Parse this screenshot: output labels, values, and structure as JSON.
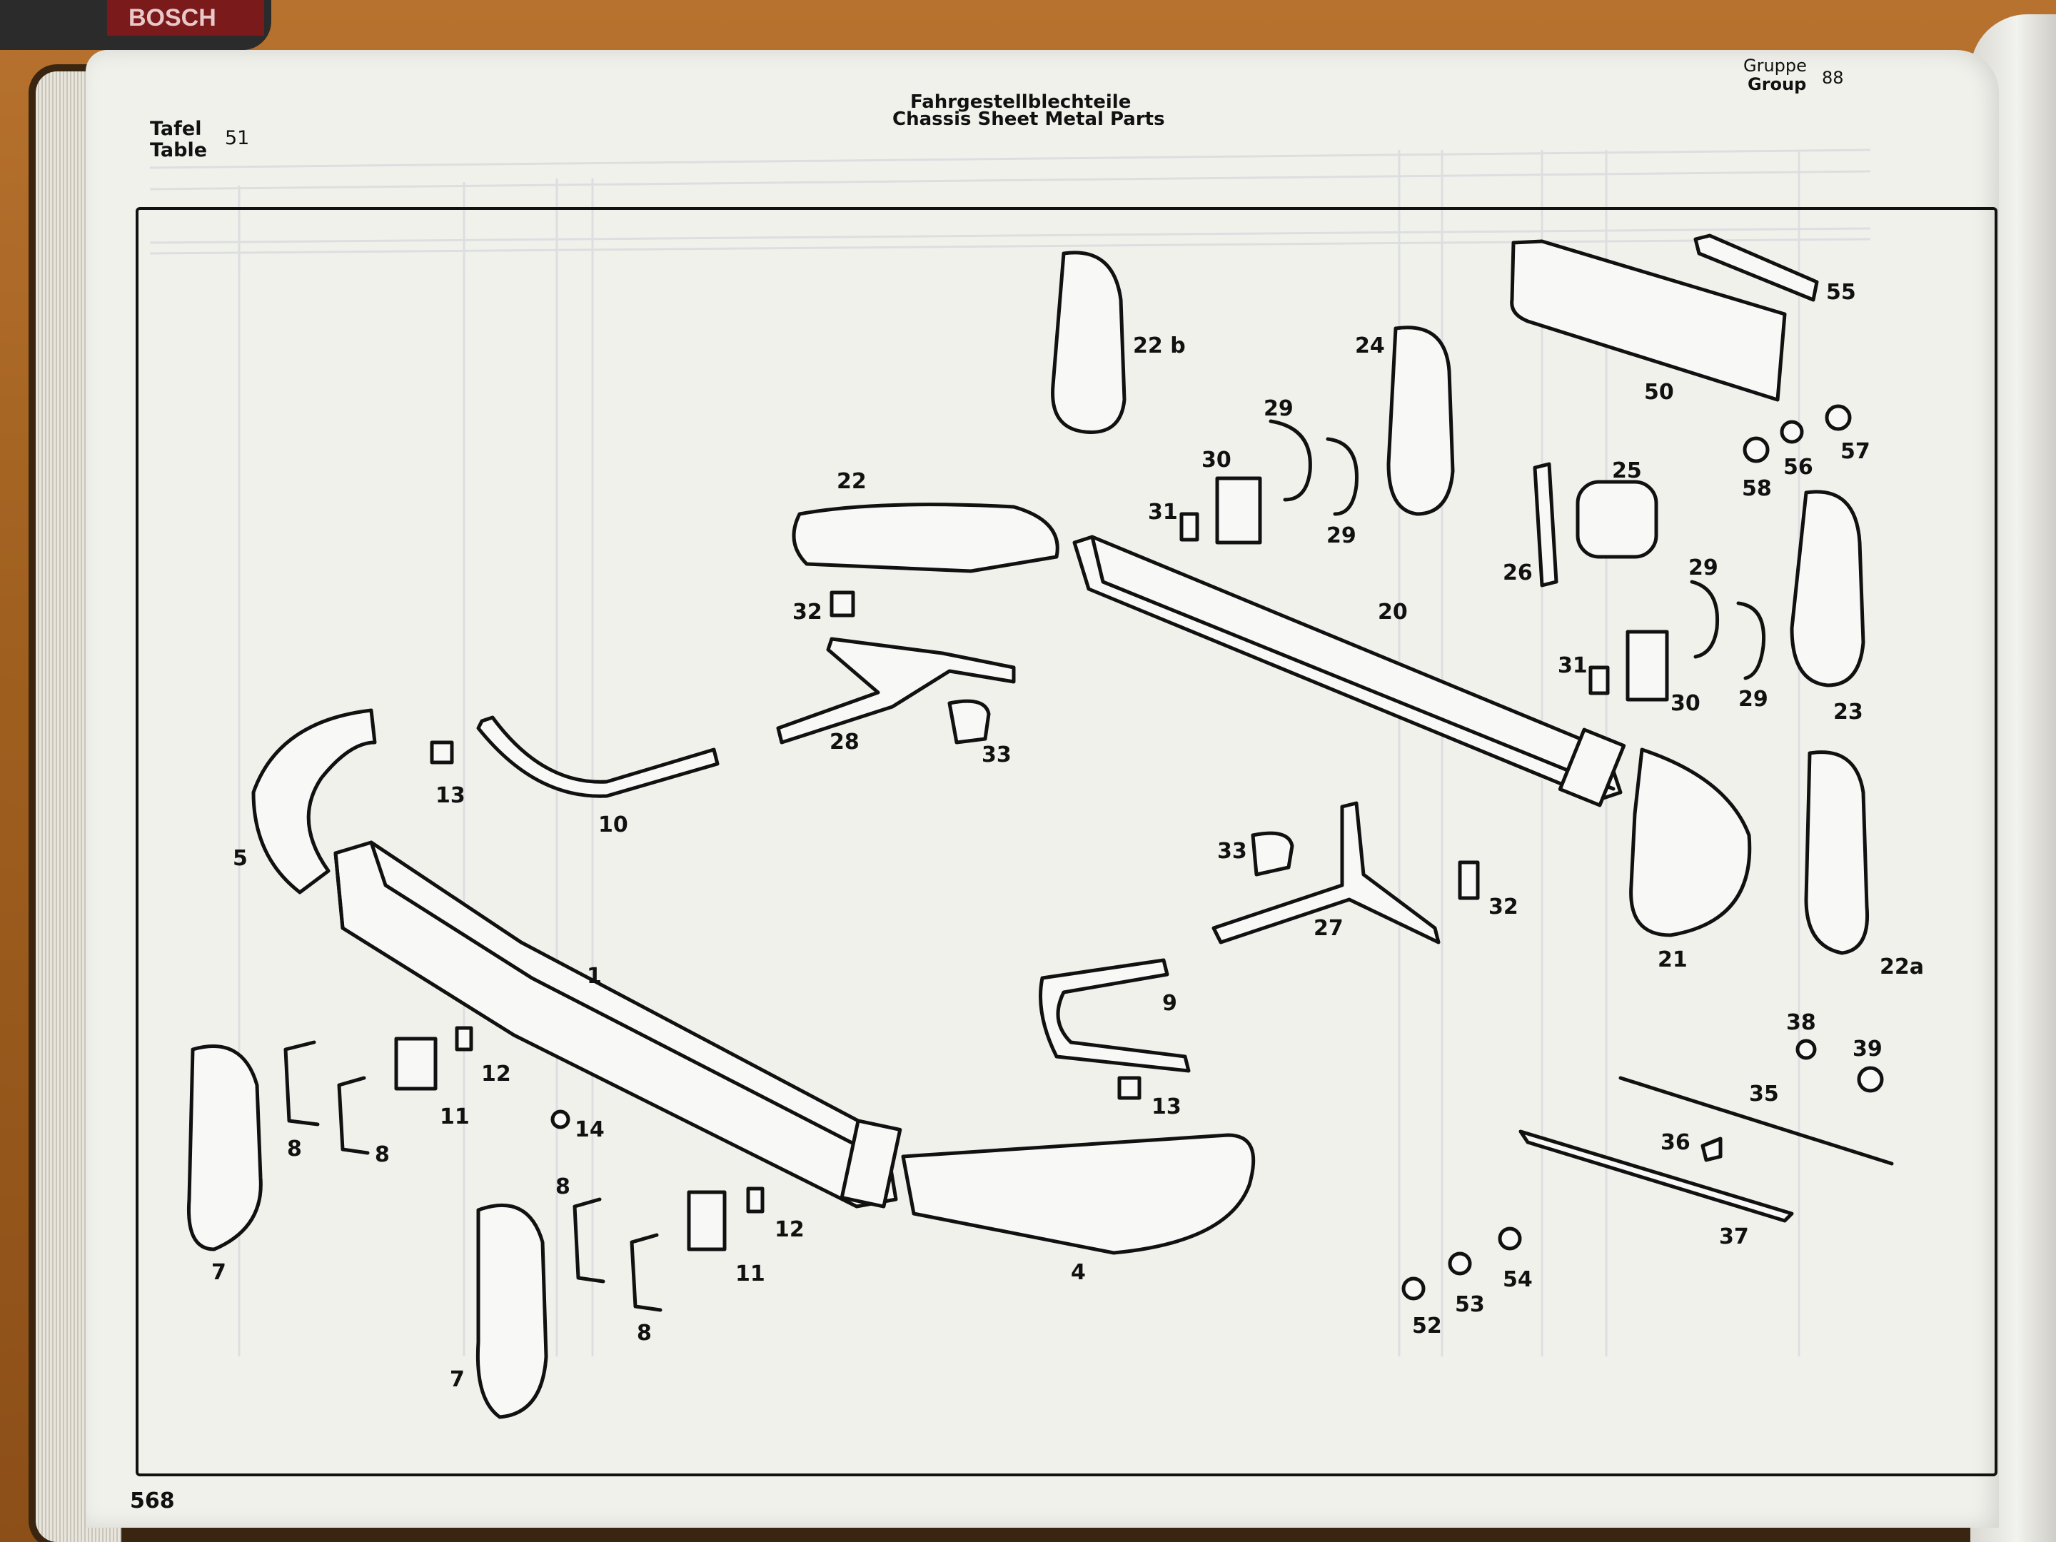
{
  "header": {
    "tafel": "Tafel",
    "table": "Table",
    "table_no": "51",
    "title_de": "Fahrgestellblechteile",
    "title_en": "Chassis Sheet Metal Parts",
    "gruppe": "Gruppe",
    "group": "Group",
    "group_no": "88"
  },
  "page_number": "568",
  "brand_tag": "BOSCH",
  "callouts": [
    {
      "id": "c1",
      "text": "1"
    },
    {
      "id": "c4",
      "text": "4"
    },
    {
      "id": "c5",
      "text": "5"
    },
    {
      "id": "c7a",
      "text": "7"
    },
    {
      "id": "c7b",
      "text": "7"
    },
    {
      "id": "c8a",
      "text": "8"
    },
    {
      "id": "c8b",
      "text": "8"
    },
    {
      "id": "c8c",
      "text": "8"
    },
    {
      "id": "c8d",
      "text": "8"
    },
    {
      "id": "c9",
      "text": "9"
    },
    {
      "id": "c10",
      "text": "10"
    },
    {
      "id": "c11a",
      "text": "11"
    },
    {
      "id": "c11b",
      "text": "11"
    },
    {
      "id": "c12a",
      "text": "12"
    },
    {
      "id": "c12b",
      "text": "12"
    },
    {
      "id": "c13a",
      "text": "13"
    },
    {
      "id": "c13b",
      "text": "13"
    },
    {
      "id": "c14",
      "text": "14"
    },
    {
      "id": "c20",
      "text": "20"
    },
    {
      "id": "c21",
      "text": "21"
    },
    {
      "id": "c22",
      "text": "22"
    },
    {
      "id": "c22a",
      "text": "22a"
    },
    {
      "id": "c22b",
      "text": "22 b"
    },
    {
      "id": "c23",
      "text": "23"
    },
    {
      "id": "c24",
      "text": "24"
    },
    {
      "id": "c25",
      "text": "25"
    },
    {
      "id": "c26",
      "text": "26"
    },
    {
      "id": "c27",
      "text": "27"
    },
    {
      "id": "c28",
      "text": "28"
    },
    {
      "id": "c29a",
      "text": "29"
    },
    {
      "id": "c29b",
      "text": "29"
    },
    {
      "id": "c29c",
      "text": "29"
    },
    {
      "id": "c29d",
      "text": "29"
    },
    {
      "id": "c30a",
      "text": "30"
    },
    {
      "id": "c30b",
      "text": "30"
    },
    {
      "id": "c31a",
      "text": "31"
    },
    {
      "id": "c31b",
      "text": "31"
    },
    {
      "id": "c32a",
      "text": "32"
    },
    {
      "id": "c32b",
      "text": "32"
    },
    {
      "id": "c33a",
      "text": "33"
    },
    {
      "id": "c33b",
      "text": "33"
    },
    {
      "id": "c35",
      "text": "35"
    },
    {
      "id": "c36",
      "text": "36"
    },
    {
      "id": "c37",
      "text": "37"
    },
    {
      "id": "c38",
      "text": "38"
    },
    {
      "id": "c39",
      "text": "39"
    },
    {
      "id": "c50",
      "text": "50"
    },
    {
      "id": "c52",
      "text": "52"
    },
    {
      "id": "c53",
      "text": "53"
    },
    {
      "id": "c54",
      "text": "54"
    },
    {
      "id": "c55",
      "text": "55"
    },
    {
      "id": "c56",
      "text": "56"
    },
    {
      "id": "c57",
      "text": "57"
    },
    {
      "id": "c58",
      "text": "58"
    }
  ],
  "colors": {
    "ink": "#111111",
    "paper": "#f1f1ec",
    "desk": "#a0601f",
    "ghost": "#c6c8cc"
  }
}
